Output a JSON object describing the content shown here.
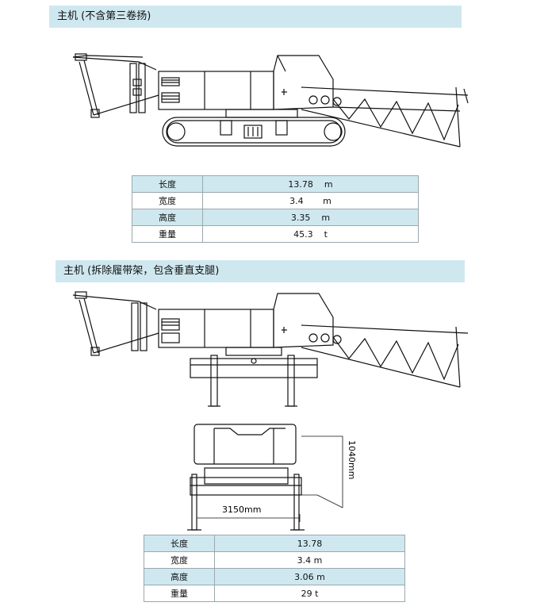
{
  "section1": {
    "title": "主机 (不含第三卷扬)",
    "specs": [
      {
        "label": "长度",
        "value": "13.78",
        "unit": "m"
      },
      {
        "label": "宽度",
        "value": "3.4",
        "unit": "m"
      },
      {
        "label": "高度",
        "value": "3.35",
        "unit": "m"
      },
      {
        "label": "重量",
        "value": "45.3",
        "unit": "t"
      }
    ]
  },
  "section2": {
    "title": "主机 (拆除履带架，包含垂直支腿)",
    "dimension_width": "3150mm",
    "dimension_height": "1040mm",
    "specs": [
      {
        "label": "长度",
        "value": "13.78"
      },
      {
        "label": "宽度",
        "value": "3.4 m"
      },
      {
        "label": "高度",
        "value": "3.06 m"
      },
      {
        "label": "重量",
        "value": "29 t"
      }
    ]
  }
}
